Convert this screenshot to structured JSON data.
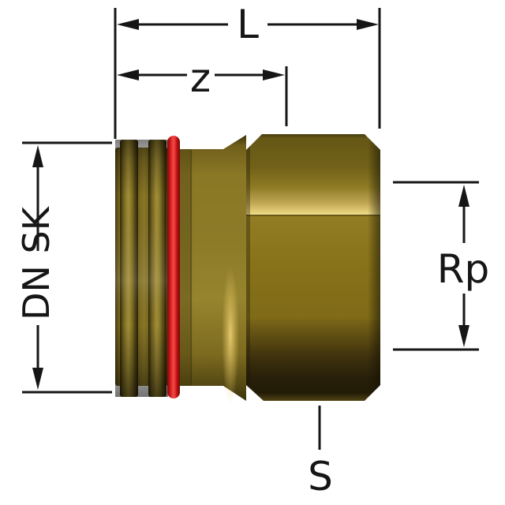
{
  "drawing": {
    "labels": {
      "L": "L",
      "z": "z",
      "dn_sk": "DN SK",
      "rp": "Rp",
      "s": "S"
    },
    "colors": {
      "background": "#ffffff",
      "line": "#161616",
      "brass-mid": "#8a7826",
      "brass-light": "#f0e296",
      "brass-dark": "#241d07",
      "oring-red": "#e01818"
    }
  }
}
